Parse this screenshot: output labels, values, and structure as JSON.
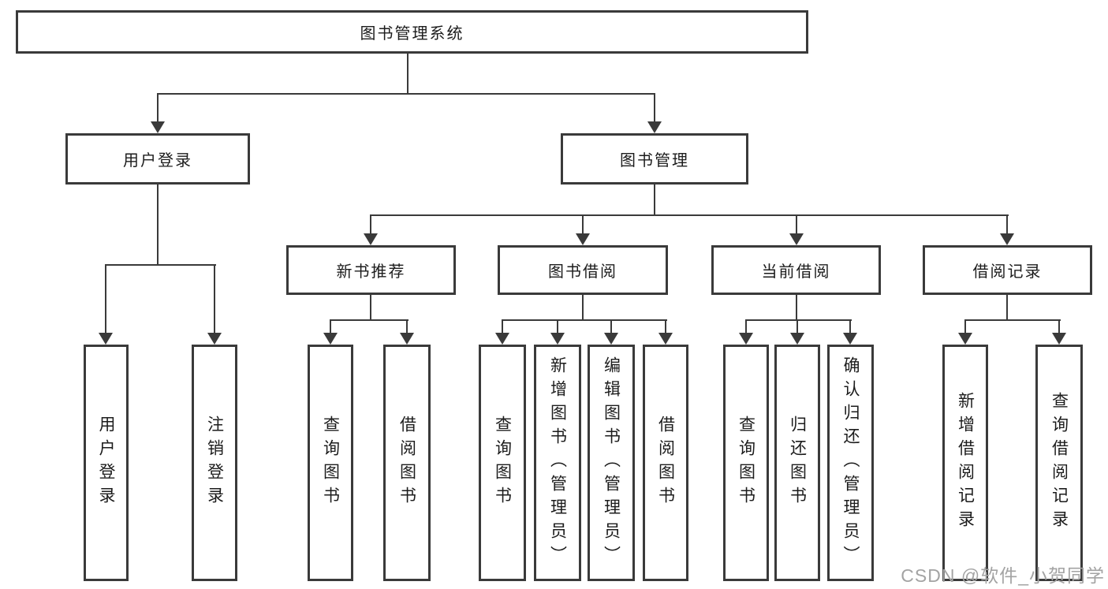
{
  "colors": {
    "line": "#3a3a3a",
    "text": "#1c1c1c",
    "watermark": "#a3a3a3"
  },
  "watermark": "CSDN @软件_小贺同学",
  "tree": {
    "label": "图书管理系统",
    "children": [
      {
        "label": "用户登录",
        "children": [
          {
            "label": "用户登录"
          },
          {
            "label": "注销登录"
          }
        ]
      },
      {
        "label": "图书管理",
        "children": [
          {
            "label": "新书推荐",
            "children": [
              {
                "label": "查询图书"
              },
              {
                "label": "借阅图书"
              }
            ]
          },
          {
            "label": "图书借阅",
            "children": [
              {
                "label": "查询图书"
              },
              {
                "label": "新增图书（管理员）"
              },
              {
                "label": "编辑图书（管理员）"
              },
              {
                "label": "借阅图书"
              }
            ]
          },
          {
            "label": "当前借阅",
            "children": [
              {
                "label": "查询图书"
              },
              {
                "label": "归还图书"
              },
              {
                "label": "确认归还（管理员）"
              }
            ]
          },
          {
            "label": "借阅记录",
            "children": [
              {
                "label": "新增借阅记录"
              },
              {
                "label": "查询借阅记录"
              }
            ]
          }
        ]
      }
    ]
  }
}
